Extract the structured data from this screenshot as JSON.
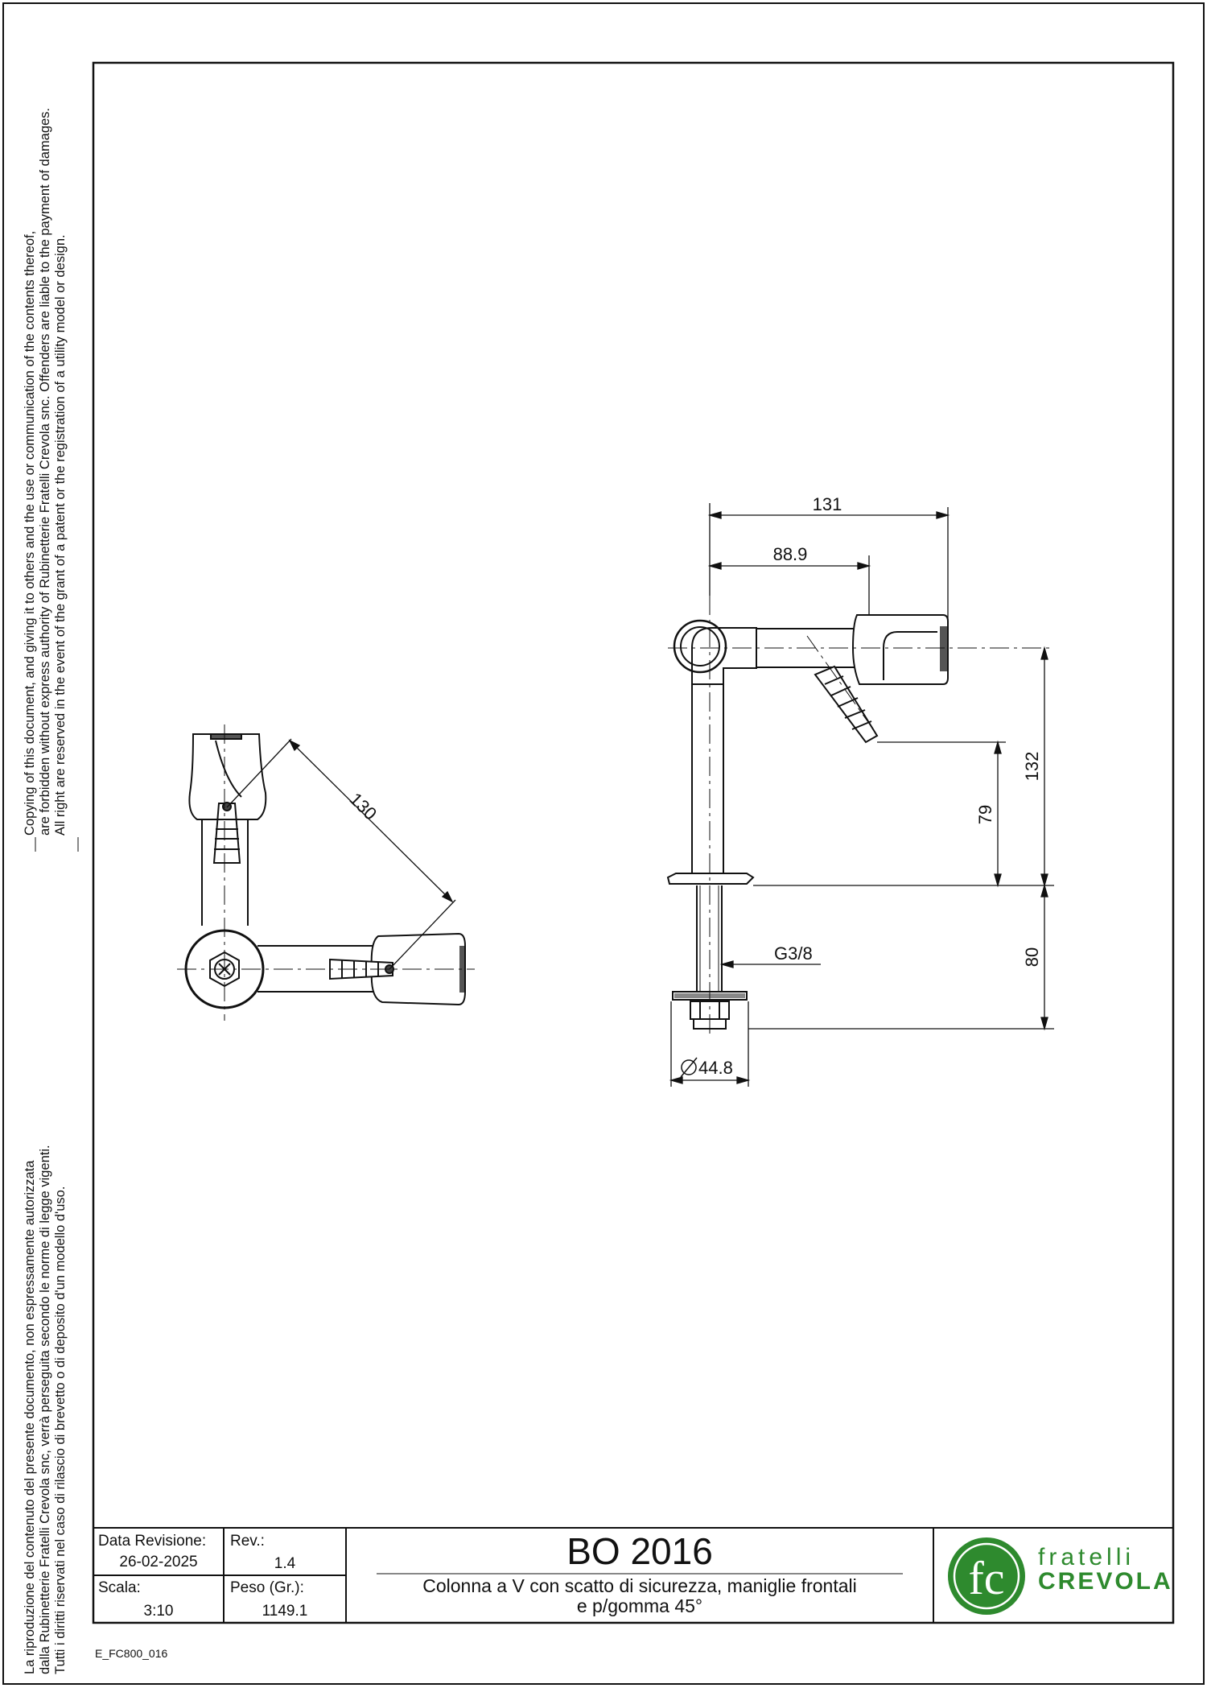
{
  "notice_en": {
    "line1": "Copying of this document, and giving it to others and the use or communication of the contents thereof,",
    "line2": "are forbidden without express authority of Rubinetterie Fratelli Crevola snc. Offenders are liable to the payment of damages.",
    "line3": "All right are reserved in the event of the grant of a patent or the registration of a utility model or design."
  },
  "notice_it": {
    "line1": "La riproduzione del contenuto del presente documento, non espressamente autorizzata",
    "line2": "dalla Rubinetterie Fratelli Crevola snc, verrà perseguita secondo le norme di legge vigenti.",
    "line3": "Tutti i diritti riservati nel caso di rilascio di brevetto o di deposito d'un modello d'uso."
  },
  "dimensions": {
    "d131": "131",
    "d88_9": "88.9",
    "d132": "132",
    "d79": "79",
    "d80": "80",
    "thread": "G3/8",
    "diameter": "44.8",
    "diagonal": "130"
  },
  "title_block": {
    "revision_date_label": "Data Revisione:",
    "revision_date": "26-02-2025",
    "rev_label": "Rev.:",
    "rev": "1.4",
    "scale_label": "Scala:",
    "scale": "3:10",
    "weight_label": "Peso (Gr.):",
    "weight": "1149.1",
    "code": "BO 2016",
    "description_line1": "Colonna a V con scatto di sicurezza, maniglie frontali",
    "description_line2": "e p/gomma 45°"
  },
  "brand": {
    "logo_letters": "fc",
    "name_line1": "fratelli",
    "name_line2": "CREVOLA",
    "color": "#2e8a2e"
  },
  "document_id": "E_FC800_016"
}
